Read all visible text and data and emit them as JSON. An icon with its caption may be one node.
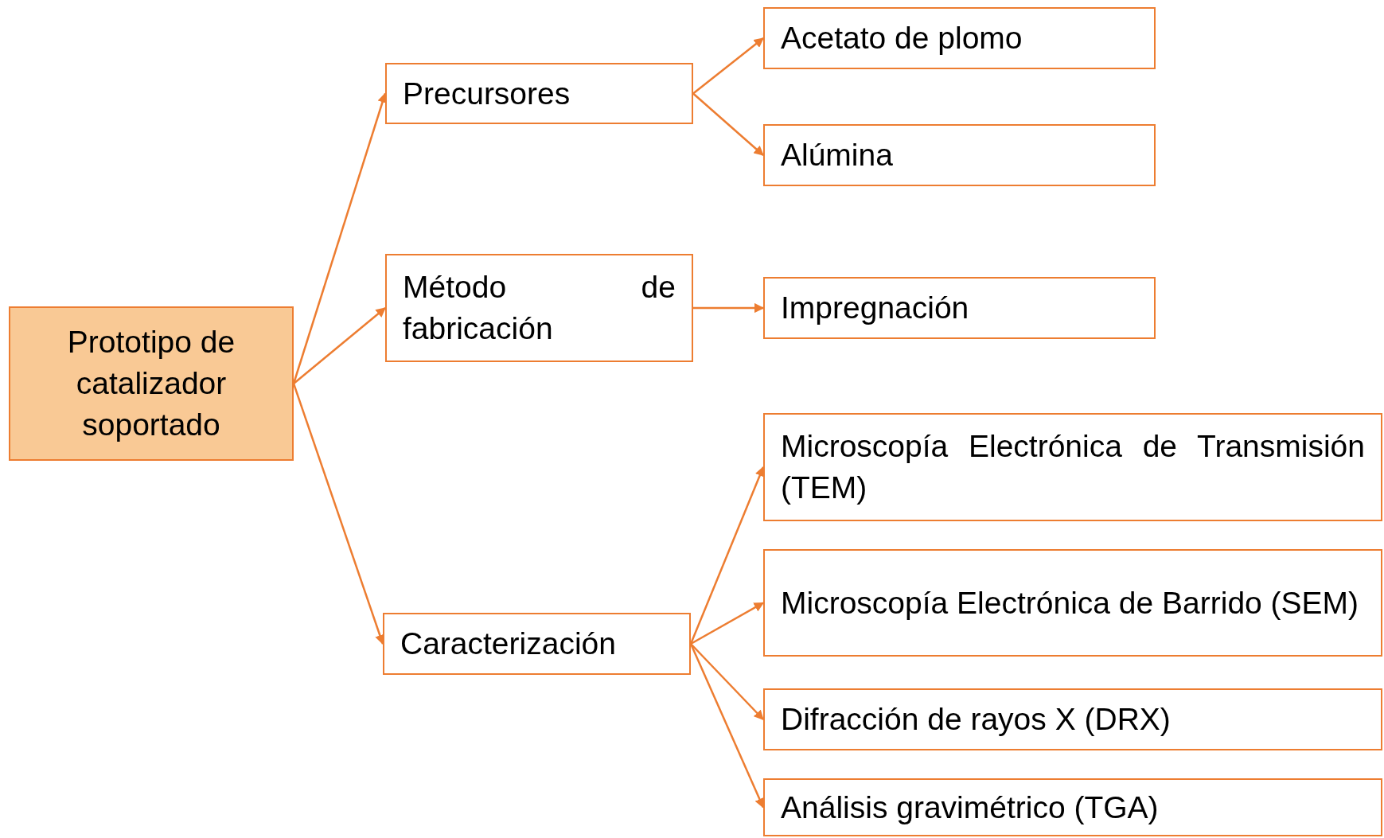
{
  "diagram": {
    "nodes": [
      {
        "text": [
          "Prototipo de catalizador soportado"
        ]
      },
      {
        "text": [
          "Precursores"
        ]
      },
      {
        "text": [
          "Método de fabricación"
        ]
      },
      {
        "text": [
          "Caracterización"
        ]
      },
      {
        "text": [
          "Acetato de plomo"
        ]
      },
      {
        "text": [
          "Alúmina"
        ]
      },
      {
        "text": [
          "Impregnación"
        ]
      },
      {
        "text": [
          "Microscopía Electrónica de Transmisión (TEM)"
        ]
      },
      {
        "text": [
          "Microscopía Electrónica de Barrido (SEM)"
        ]
      },
      {
        "text": [
          "Difracción de rayos X (DRX)"
        ]
      },
      {
        "text": [
          "Análisis gravimétrico (TGA)"
        ]
      }
    ],
    "edges": [
      {
        "from": 0,
        "to": 1,
        "arrow": "to"
      },
      {
        "from": 0,
        "to": 2,
        "arrow": "to"
      },
      {
        "from": 0,
        "to": 3,
        "arrow": "to"
      },
      {
        "from": 1,
        "to": 4,
        "arrow": "to"
      },
      {
        "from": 1,
        "to": 5,
        "arrow": "to"
      },
      {
        "from": 2,
        "to": 6,
        "arrow": "to"
      },
      {
        "from": 3,
        "to": 7,
        "arrow": "to"
      },
      {
        "from": 3,
        "to": 8,
        "arrow": "to"
      },
      {
        "from": 3,
        "to": 9,
        "arrow": "to"
      },
      {
        "from": 3,
        "to": 10,
        "arrow": "to"
      }
    ]
  }
}
